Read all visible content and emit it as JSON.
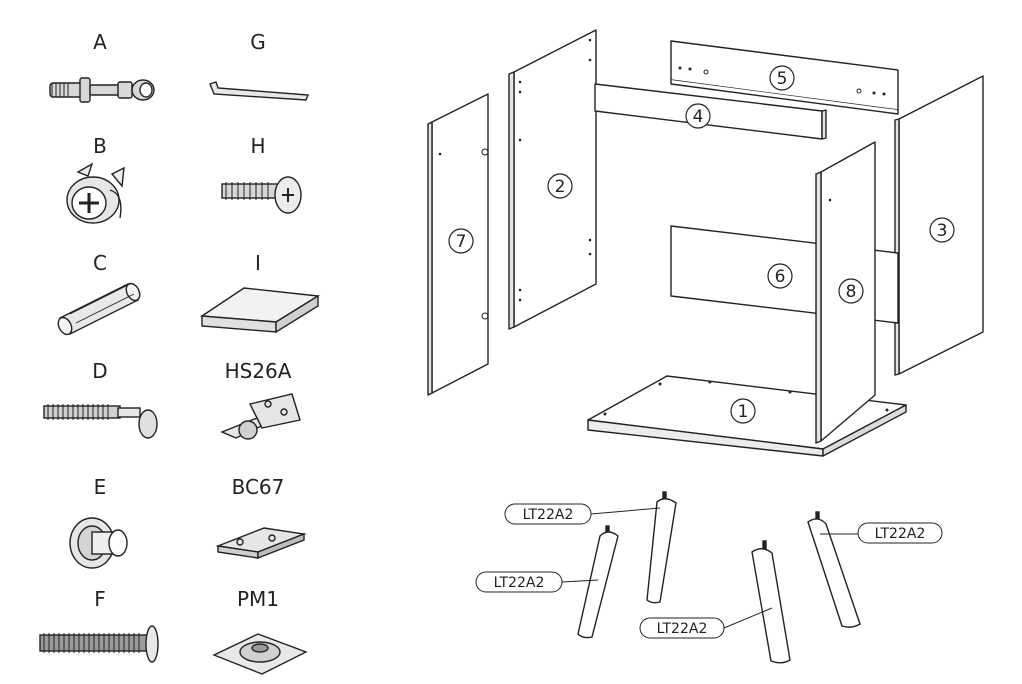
{
  "hardware": {
    "A": "A",
    "B": "B",
    "C": "C",
    "D": "D",
    "E": "E",
    "F": "F",
    "G": "G",
    "H": "H",
    "I": "I",
    "hinge": "HS26A",
    "clip": "BC67",
    "plate": "PM1"
  },
  "panels": {
    "p1": "1",
    "p2": "2",
    "p3": "3",
    "p4": "4",
    "p5": "5",
    "p6": "6",
    "p7": "7",
    "p8": "8"
  },
  "legs": {
    "label": "LT22A2"
  }
}
